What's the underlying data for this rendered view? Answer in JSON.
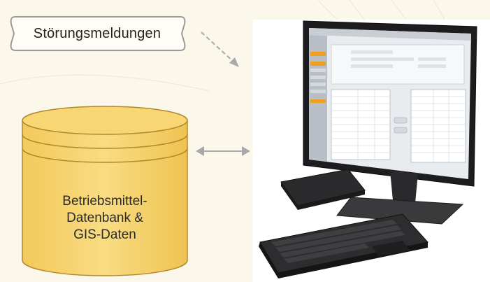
{
  "source_label": "Störungsmeldungen",
  "database": {
    "line1": "Betriebsmittel-",
    "line2": "Datenbank &",
    "line3": "GIS-Daten"
  },
  "colors": {
    "background": "#fbf7ea",
    "cylinder_fill": "#f7d36e",
    "cylinder_stroke": "#b08a2c",
    "arrow": "#a9a9a9",
    "screen_ui_accent": "#f0a020"
  },
  "icons": [
    "scroll-icon",
    "database-icon",
    "computer-icon",
    "keyboard-icon",
    "drive-icon"
  ]
}
